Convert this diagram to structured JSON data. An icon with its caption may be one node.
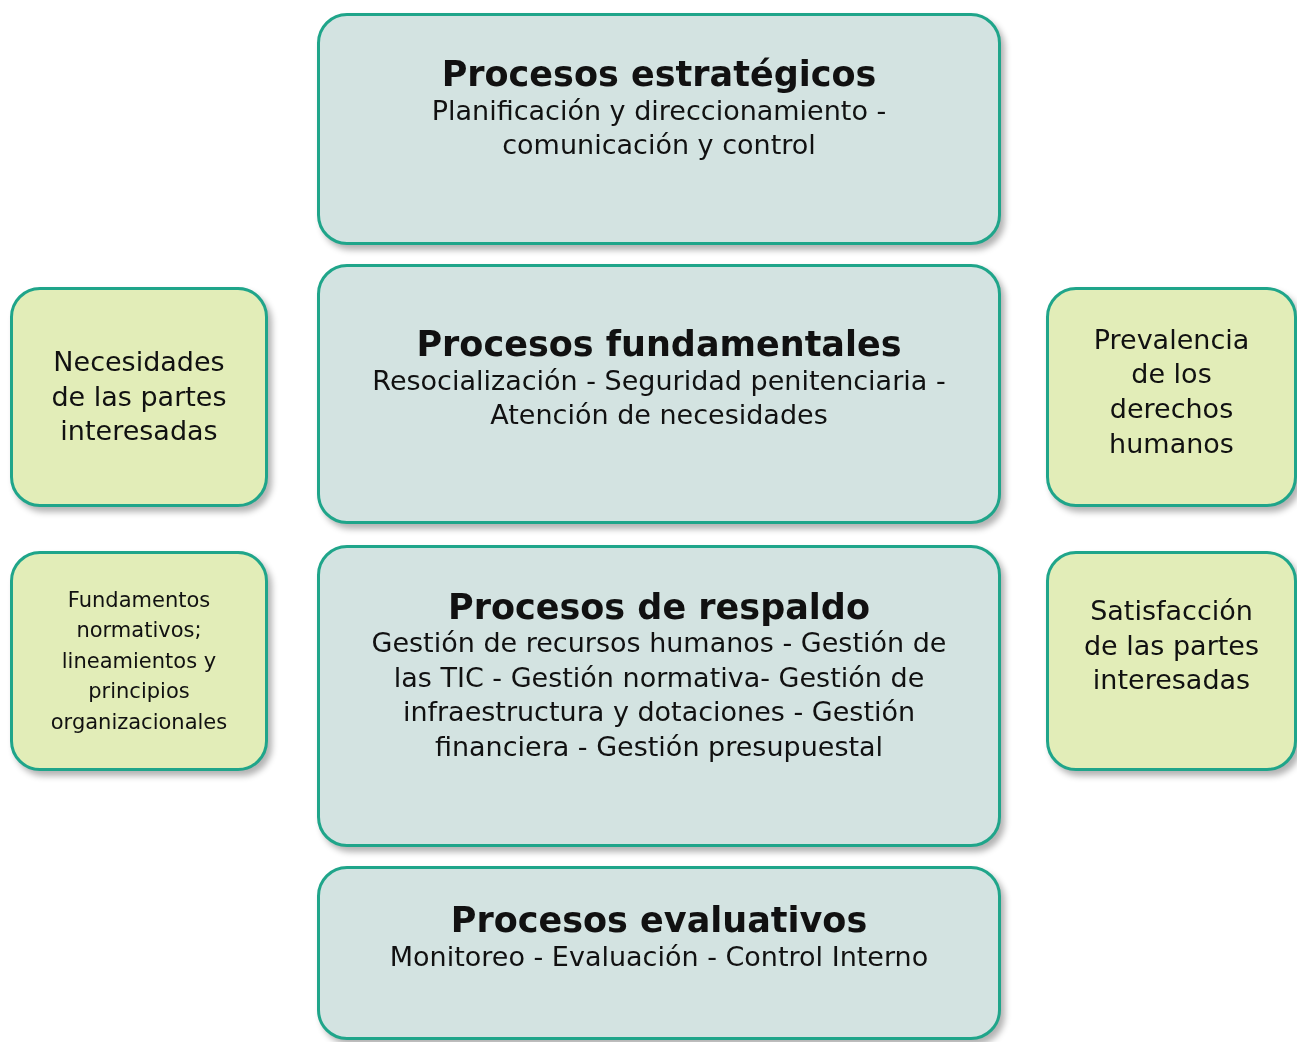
{
  "diagram": {
    "nodes": [
      {
        "text": [
          "Procesos estratégicos",
          "Planificación y direccionamiento - comunicación y control"
        ]
      },
      {
        "text": [
          "Necesidades de las partes interesadas"
        ]
      },
      {
        "text": [
          "Procesos fundamentales",
          "Resocialización - Seguridad penitenciaria - Atención de necesidades"
        ]
      },
      {
        "text": [
          "Prevalencia de los derechos humanos"
        ]
      },
      {
        "text": [
          "Fundamentos normativos; lineamientos y principios organizacionales"
        ]
      },
      {
        "text": [
          "Procesos de respaldo",
          "Gestión de recursos humanos - Gestión de las TIC - Gestión normativa- Gestión de infraestructura y dotaciones - Gestión financiera - Gestión presupuestal"
        ]
      },
      {
        "text": [
          "Satisfacción de las partes interesadas"
        ]
      },
      {
        "text": [
          "Procesos evaluativos",
          "Monitoreo - Evaluación - Control Interno"
        ]
      }
    ],
    "edges": []
  }
}
